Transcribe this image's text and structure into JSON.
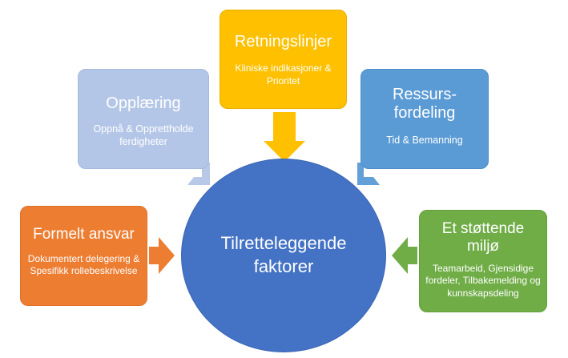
{
  "diagram": {
    "center": {
      "label": "Tilretteleggende faktorer",
      "color": "#4472c4"
    },
    "nodes": [
      {
        "id": "retningslinjer",
        "title": "Retningslinjer",
        "subtitle": "Kliniske indikasjoner & Prioritet",
        "color": "#ffc000"
      },
      {
        "id": "opplaering",
        "title": "Opplæring",
        "subtitle": "Oppnå & Opprettholde ferdigheter",
        "color": "#b4c6e7"
      },
      {
        "id": "ressurs",
        "title": "Ressurs-fordeling",
        "subtitle": "Tid & Bemanning",
        "color": "#5b9bd5"
      },
      {
        "id": "formelt",
        "title": "Formelt ansvar",
        "subtitle": "Dokumentert delegering & Spesifikk rollebeskrivelse",
        "color": "#ed7d31"
      },
      {
        "id": "miljo",
        "title": "Et støttende miljø",
        "subtitle": "Teamarbeid, Gjensidige fordeler, Tilbakemelding og kunnskapsdeling",
        "color": "#70ad47"
      }
    ]
  }
}
